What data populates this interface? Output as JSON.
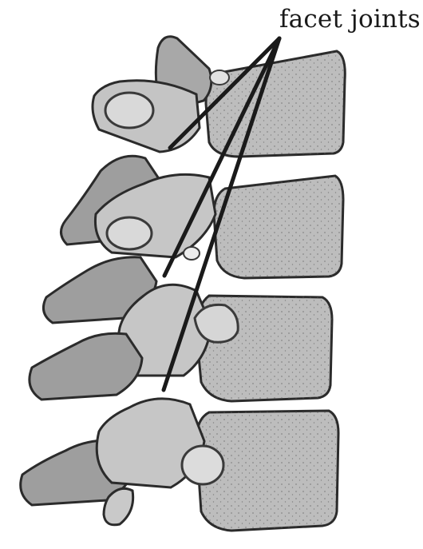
{
  "label": {
    "text": "facet joints"
  },
  "colors": {
    "bone_fill": "#b9b9b9",
    "bone_light": "#d9d9d9",
    "bone_dark": "#6e6e6e",
    "outline": "#2b2b2b",
    "shadow": "#3a3a3a",
    "pointer": "#1a1a1a"
  },
  "structures": [
    {
      "name": "vertebra-1"
    },
    {
      "name": "vertebra-2"
    },
    {
      "name": "vertebra-3"
    },
    {
      "name": "vertebra-4"
    }
  ]
}
